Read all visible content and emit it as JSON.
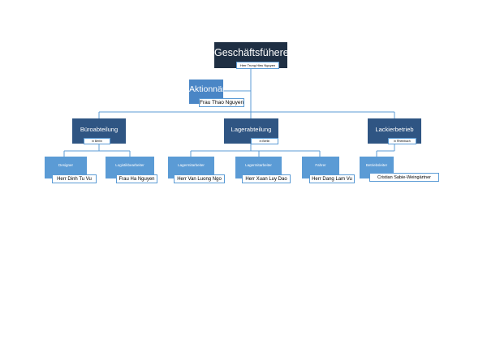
{
  "ceo": {
    "title": "Geschäftsfüherer",
    "name": "Herr Trung Hieu Nguyen"
  },
  "shareholder": {
    "title": "Aktionnär",
    "name": "Frau Thao Nguyen"
  },
  "departments": [
    {
      "title": "Büroabteilung",
      "location": "in Berlin",
      "staff": [
        {
          "role": "Designer",
          "name": "Herr Dinh Tu Vu"
        },
        {
          "role": "Logistikbearbeiter",
          "name": "Frau Ha Nguyen"
        }
      ]
    },
    {
      "title": "Lagerabteilung",
      "location": "in Berlin",
      "staff": [
        {
          "role": "Lagermitarbeiter",
          "name": "Herr Van Luong Ngo"
        },
        {
          "role": "Lagermitarbeiter",
          "name": "Herr Xuan Luy Dao"
        },
        {
          "role": "Fahrer",
          "name": "Herr Dang Lam Vu"
        }
      ]
    },
    {
      "title": "Lackierbetrieb",
      "location": "in Rheinbach",
      "staff": [
        {
          "role": "Betriebsleiter",
          "name": "Cristian Sabie-Weingärtner"
        }
      ]
    }
  ],
  "colors": {
    "ceo": "#1f2f43",
    "department": "#2f5583",
    "shareholder": "#4a86c6",
    "staff": "#5b9bd5",
    "connector": "#5b9bd5"
  }
}
